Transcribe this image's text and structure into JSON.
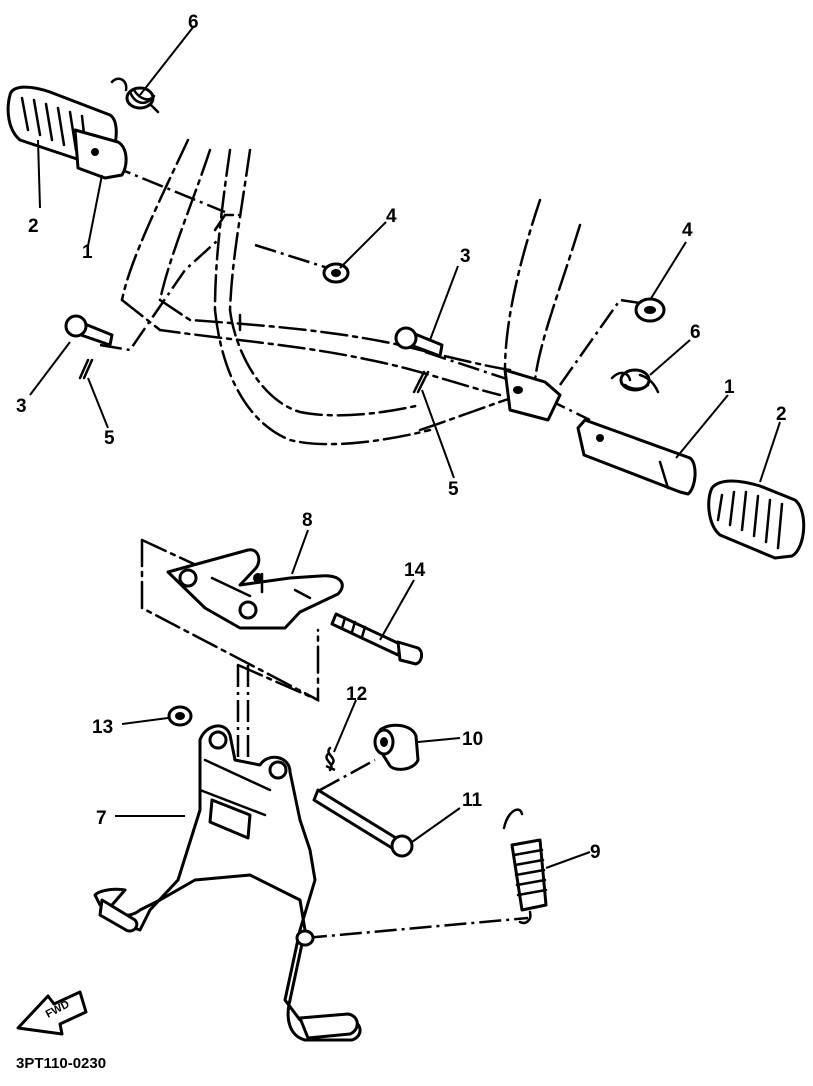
{
  "callouts": {
    "c6a": "6",
    "c2a": "2",
    "c1a": "1",
    "c4a": "4",
    "c3a": "3",
    "c3b": "3",
    "c5a": "5",
    "c5b": "5",
    "c4b": "4",
    "c6b": "6",
    "c1b": "1",
    "c2b": "2",
    "c8": "8",
    "c14": "14",
    "c13": "13",
    "c12": "12",
    "c10": "10",
    "c7": "7",
    "c11": "11",
    "c9": "9"
  },
  "fwd_label": "FWD",
  "diagram_code": "3PT110-0230"
}
